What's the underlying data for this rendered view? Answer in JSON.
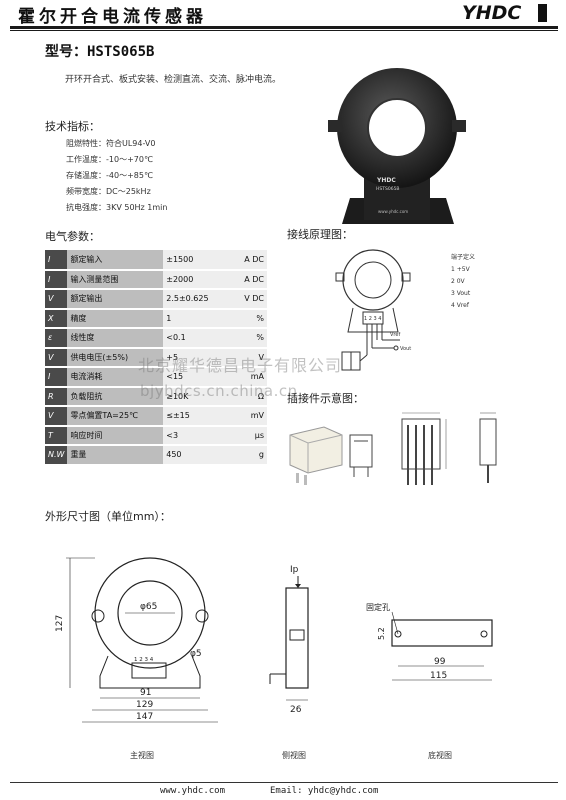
{
  "header": {
    "title": "霍尔开合电流传感器",
    "logo_text": "YHDC"
  },
  "model": "型号：HSTS065B",
  "description": "开环开合式、板式安装、检测直流、交流、脉冲电流。",
  "tech": {
    "heading": "技术指标：",
    "items": [
      "阻燃特性：符合UL94-V0",
      "工作温度：-10～+70℃",
      "存储温度：-40～+85℃",
      "频带宽度：DC～25kHz",
      "抗电强度：3KV 50Hz 1min"
    ]
  },
  "photo": {
    "brand": "YHDC",
    "model": "HSTS065B",
    "url": "www.yhdc.com"
  },
  "electrical": {
    "heading": "电气参数：",
    "rows": [
      {
        "sym": "I",
        "name": "额定输入",
        "value": "±1500",
        "unit": "A DC"
      },
      {
        "sym": "I",
        "name": "输入测量范围",
        "value": "±2000",
        "unit": "A DC"
      },
      {
        "sym": "V",
        "name": "额定输出",
        "value": "2.5±0.625",
        "unit": "V DC"
      },
      {
        "sym": "X",
        "name": "精度",
        "value": "1",
        "unit": "%"
      },
      {
        "sym": "ε",
        "name": "线性度",
        "value": "<0.1",
        "unit": "%"
      },
      {
        "sym": "V",
        "name": "供电电压(±5%)",
        "value": "+5",
        "unit": "V"
      },
      {
        "sym": "I",
        "name": "电流消耗",
        "value": "<15",
        "unit": "mA"
      },
      {
        "sym": "R",
        "name": "负载阻抗",
        "value": "≥10K",
        "unit": "Ω"
      },
      {
        "sym": "V",
        "name": "零点偏置TA=25℃",
        "value": "≤±15",
        "unit": "mV"
      },
      {
        "sym": "T",
        "name": "响应时间",
        "value": "<3",
        "unit": "μs"
      },
      {
        "sym": "N.W",
        "name": "重量",
        "value": "450",
        "unit": "g"
      }
    ]
  },
  "wiring": {
    "heading": "接线原理图：",
    "legend": [
      "端子定义",
      "1 +5V",
      "2 0V",
      "3 Vout",
      "4 Vref"
    ],
    "pins": "1 2 3 4",
    "vref": "Vref",
    "vout": "Vout"
  },
  "plug": {
    "heading": "插接件示意图："
  },
  "watermark": {
    "line1": "北京耀华德昌电子有限公司",
    "line2": "bjyhdcs.cn.china.cn"
  },
  "dimensions": {
    "heading": "外形尺寸图（单位mm）：",
    "main": {
      "d_inner": "φ65",
      "hole": "φ5",
      "height": "127",
      "w1": "91",
      "w2": "129",
      "w3": "147",
      "pins": "1 2 3 4"
    },
    "side": {
      "ip": "Ip",
      "w": "26"
    },
    "bottom": {
      "label": "固定孔",
      "h": "5.2",
      "w1": "99",
      "w2": "115"
    },
    "captions": [
      "主视图",
      "侧视图",
      "底视图"
    ]
  },
  "footer": {
    "web": "www.yhdc.com",
    "email": "Email: yhdc@yhdc.com"
  }
}
